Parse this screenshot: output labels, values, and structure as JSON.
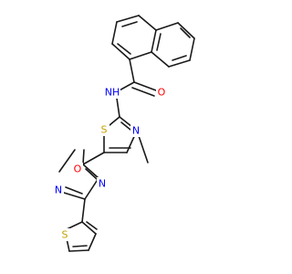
{
  "molecule": {
    "atoms": {
      "amide_oxygen": {
        "symbol": "O",
        "element": "oxygen",
        "color": "#ff0000"
      },
      "amide_nh": {
        "symbol": "NH",
        "element": "nitrogen",
        "color": "#0000ff"
      },
      "thiazole_nitrogen": {
        "symbol": "N",
        "element": "nitrogen",
        "color": "#0000ff"
      },
      "thiazole_sulfur": {
        "symbol": "S",
        "element": "sulfur",
        "color": "#c8a000"
      },
      "oxadiazole_oxygen": {
        "symbol": "O",
        "element": "oxygen",
        "color": "#ff0000"
      },
      "oxadiazole_n2": {
        "symbol": "N",
        "element": "nitrogen",
        "color": "#0000ff"
      },
      "oxadiazole_n4": {
        "symbol": "N",
        "element": "nitrogen",
        "color": "#0000ff"
      },
      "thiophene_sulfur": {
        "symbol": "S",
        "element": "sulfur",
        "color": "#c8a000"
      }
    }
  }
}
